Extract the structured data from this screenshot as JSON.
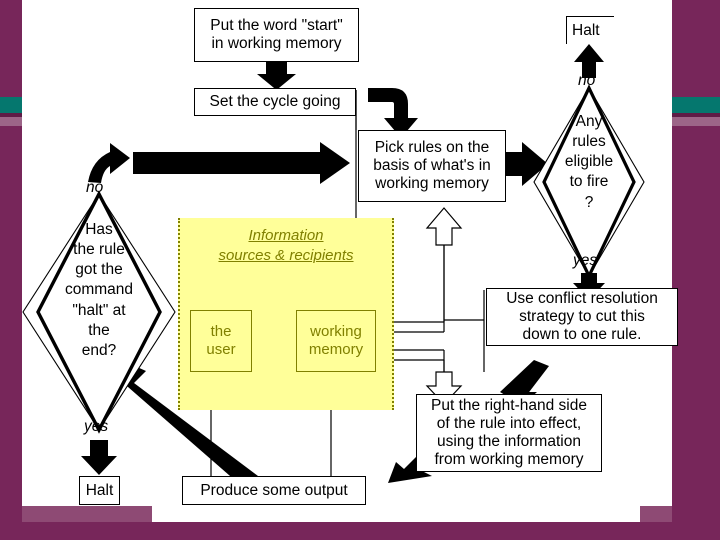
{
  "slide": {
    "theme": {
      "frame_color": "#77265a",
      "stripe_teal": "#05776e",
      "stripe_mauve": "#9c6588",
      "panel_fill": "#ffff99",
      "panel_ink": "#808000",
      "ink": "#000000",
      "background": "#ffffff"
    }
  },
  "diagram": {
    "type": "flowchart",
    "title": "Production system recognise-act cycle",
    "nodes": {
      "start": {
        "label": "Put the word \"start\"\nin working memory",
        "shape": "box"
      },
      "set_cycle": {
        "label": "Set the cycle going",
        "shape": "box"
      },
      "pick_rules": {
        "label": "Pick rules on the\nbasis of what's in\nworking memory",
        "shape": "box"
      },
      "any_rules": {
        "label": "Any\nrules\neligible\nto fire\n?",
        "shape": "diamond"
      },
      "halt_top": {
        "label": "Halt",
        "shape": "box"
      },
      "conflict": {
        "label": "Use conflict resolution\nstrategy to cut this\ndown to one rule.",
        "shape": "box"
      },
      "rhs": {
        "label": "Put the right-hand side\nof the rule into effect,\nusing the information\nfrom working memory",
        "shape": "box"
      },
      "output": {
        "label": "Produce some output",
        "shape": "box"
      },
      "has_halt": {
        "label": "Has\nthe rule\ngot the\ncommand\n\"halt\" at\nthe\nend?",
        "shape": "diamond"
      },
      "halt_bottom": {
        "label": "Halt",
        "shape": "box"
      }
    },
    "branch_labels": {
      "any_rules_no": "no",
      "any_rules_yes": "yes",
      "has_halt_no": "no",
      "has_halt_yes": "yes"
    },
    "info_panel": {
      "title": "Information\nsources & recipients",
      "boxes": [
        {
          "id": "the_user",
          "label": "the\nuser"
        },
        {
          "id": "working_memory",
          "label": "working\nmemory"
        }
      ]
    },
    "edges": [
      {
        "from": "start",
        "to": "set_cycle",
        "style": "thick-block",
        "label": ""
      },
      {
        "from": "set_cycle",
        "to": "pick_rules",
        "style": "thick-elbow",
        "label": ""
      },
      {
        "from": "pick_rules",
        "to": "any_rules",
        "style": "thick-block",
        "label": ""
      },
      {
        "from": "any_rules",
        "to": "halt_top",
        "style": "thick-block",
        "label": "no"
      },
      {
        "from": "any_rules",
        "to": "conflict",
        "style": "thick-block",
        "label": "yes"
      },
      {
        "from": "conflict",
        "to": "rhs",
        "style": "thick-diagonal",
        "label": ""
      },
      {
        "from": "rhs",
        "to": "output",
        "style": "thick-diagonal",
        "label": ""
      },
      {
        "from": "output",
        "to": "has_halt",
        "style": "thick-diagonal",
        "label": ""
      },
      {
        "from": "has_halt",
        "to": "pick_rules",
        "style": "thick-elbow",
        "label": "no"
      },
      {
        "from": "has_halt",
        "to": "halt_bottom",
        "style": "thick-block",
        "label": "yes"
      },
      {
        "from": "the_user",
        "to": "output",
        "style": "thin-hollow",
        "label": ""
      },
      {
        "from": "working_memory",
        "to": "pick_rules",
        "style": "thin-hollow",
        "label": ""
      },
      {
        "from": "working_memory",
        "to": "rhs",
        "style": "thin-hollow",
        "label": ""
      }
    ]
  }
}
